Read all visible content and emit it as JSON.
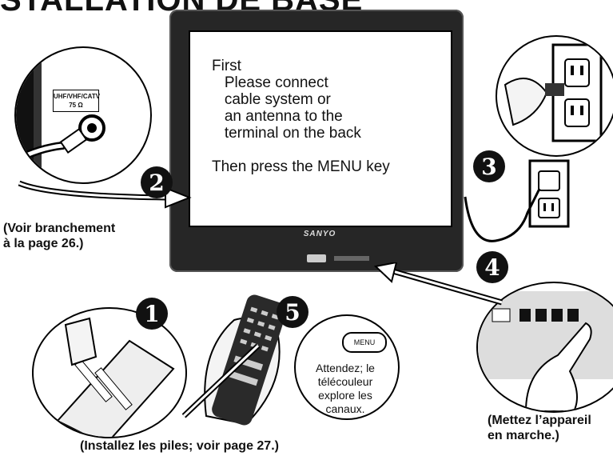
{
  "title": "STALLATION DE BASE",
  "steps": [
    "1",
    "2",
    "3",
    "4",
    "5"
  ],
  "screen_text": "First\n   Please connect\n   cable system or\n   an antenna to the\n   terminal on the back\n\nThen press the MENU key",
  "tv_brand": "SANYO",
  "antenna_label": "UHF/VHF/CATV\n75 Ω",
  "menu_key_label": "MENU",
  "bubble_text": "Attendez; le\ntélécouleur\nexplore les\ncanaux.",
  "captions": {
    "connection": "(Voir branchement\nà la page 26.)",
    "batteries": "(Installez les piles; voir page 27.)",
    "power_on": "(Mettez l’appareil\nen marche.)"
  }
}
